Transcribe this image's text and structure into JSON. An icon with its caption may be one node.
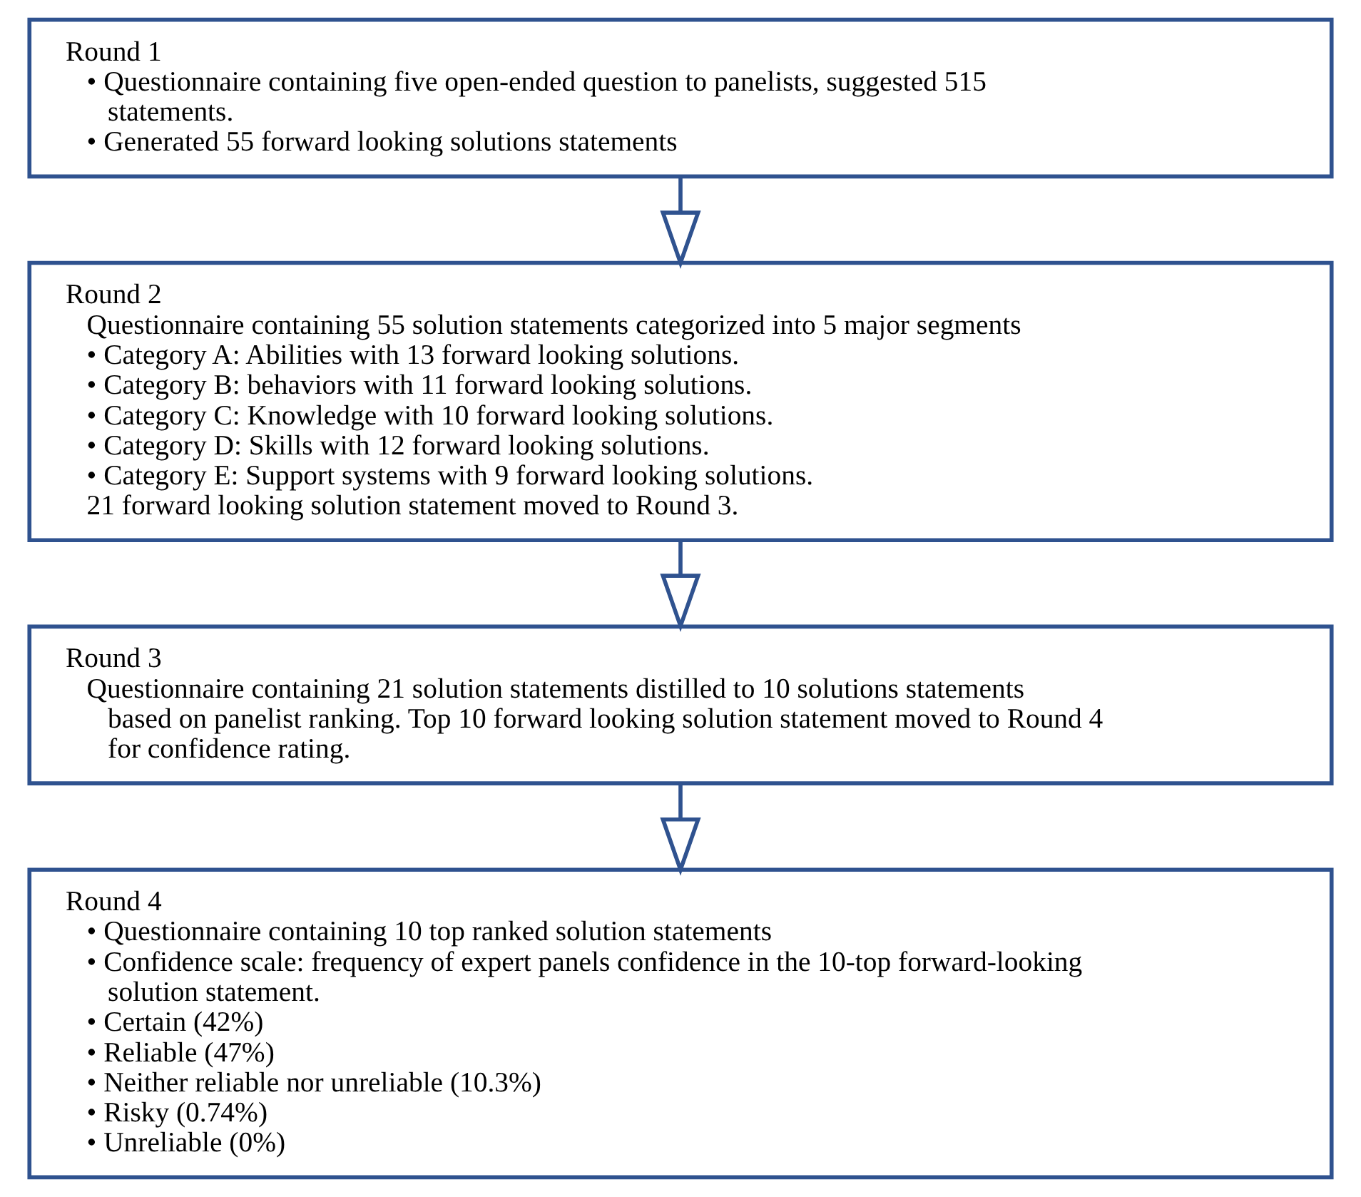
{
  "diagram": {
    "nodes": [
      {
        "text": [
          "Round 1",
          "• Questionnaire containing five open-ended question to panelists, suggested 515 statements.",
          "• Generated 55 forward looking solutions statements"
        ]
      },
      {
        "text": [
          "Round 2",
          "Questionnaire containing 55 solution statements categorized into 5 major segments",
          "• Category A: Abilities with 13 forward looking solutions.",
          "• Category B: behaviors with 11 forward looking solutions.",
          "• Category C: Knowledge with 10 forward looking solutions.",
          "• Category D: Skills with 12 forward looking solutions.",
          "• Category E: Support systems with 9 forward looking solutions.",
          "21 forward looking solution statement moved to Round 3."
        ]
      },
      {
        "text": [
          "Round 3",
          "Questionnaire containing 21 solution statements distilled to 10 solutions statements based on panelist ranking. Top 10 forward looking solution statement moved to Round 4 for confidence rating."
        ]
      },
      {
        "text": [
          "Round 4",
          "• Questionnaire containing 10 top ranked solution statements",
          "• Confidence scale: frequency of expert panels confidence in the 10-top forward-looking solution statement.",
          "• Certain (42%)",
          "• Reliable (47%)",
          "• Neither reliable nor unreliable (10.3%)",
          "• Risky (0.74%)",
          "• Unreliable (0%)"
        ]
      }
    ],
    "edges": [
      {
        "from": 0,
        "to": 1,
        "arrow": "to"
      },
      {
        "from": 1,
        "to": 2,
        "arrow": "to"
      },
      {
        "from": 2,
        "to": 3,
        "arrow": "to"
      }
    ]
  }
}
